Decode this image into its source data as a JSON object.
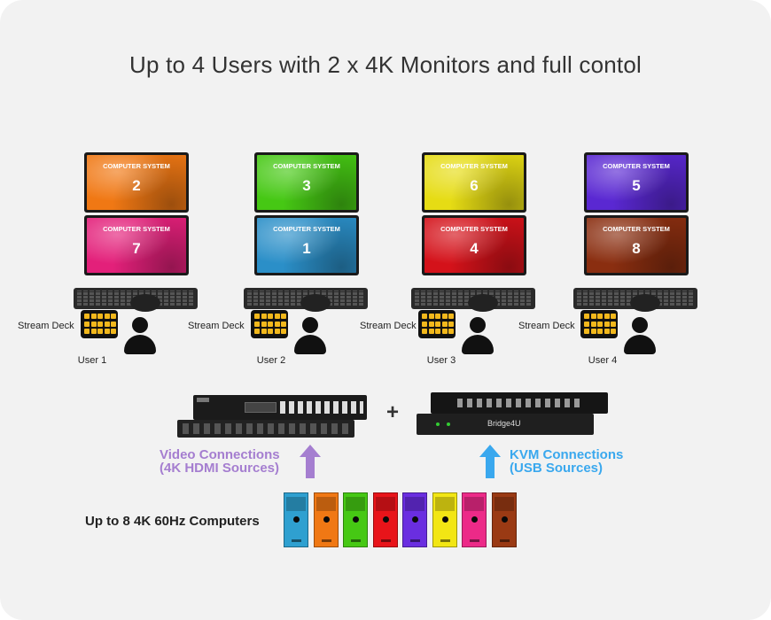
{
  "title": "Up to 4 Users with 2 x 4K Monitors and full contol",
  "monitor_label": "COMPUTER SYSTEM",
  "stations": [
    {
      "user": "User 1",
      "deck_label": "Stream Deck",
      "top": {
        "num": "2",
        "color": "#f07814"
      },
      "bottom": {
        "num": "7",
        "color": "#e3207a"
      }
    },
    {
      "user": "User 2",
      "deck_label": "Stream Deck",
      "top": {
        "num": "3",
        "color": "#46c814"
      },
      "bottom": {
        "num": "1",
        "color": "#2b8fc8"
      }
    },
    {
      "user": "User 3",
      "deck_label": "Stream Deck",
      "top": {
        "num": "6",
        "color": "#e6dc14"
      },
      "bottom": {
        "num": "4",
        "color": "#d4121a"
      }
    },
    {
      "user": "User 4",
      "deck_label": "Stream Deck",
      "top": {
        "num": "5",
        "color": "#5a28d2"
      },
      "bottom": {
        "num": "8",
        "color": "#8a2e10"
      }
    }
  ],
  "plus": "+",
  "video": {
    "line1": "Video Connections",
    "line2": "(4K HDMI Sources)",
    "color": "#a57ed0"
  },
  "kvm": {
    "line1": "KVM Connections",
    "line2": "(USB Sources)",
    "color": "#3aa8ee",
    "brand": "Bridge4U"
  },
  "computers_label": "Up to 8 4K 60Hz Computers",
  "computers": [
    {
      "color": "#2fa0d0"
    },
    {
      "color": "#f07814"
    },
    {
      "color": "#46c814"
    },
    {
      "color": "#e8141a"
    },
    {
      "color": "#6a2ee0"
    },
    {
      "color": "#f2e614"
    },
    {
      "color": "#ec2a88"
    },
    {
      "color": "#9a3a14"
    }
  ]
}
